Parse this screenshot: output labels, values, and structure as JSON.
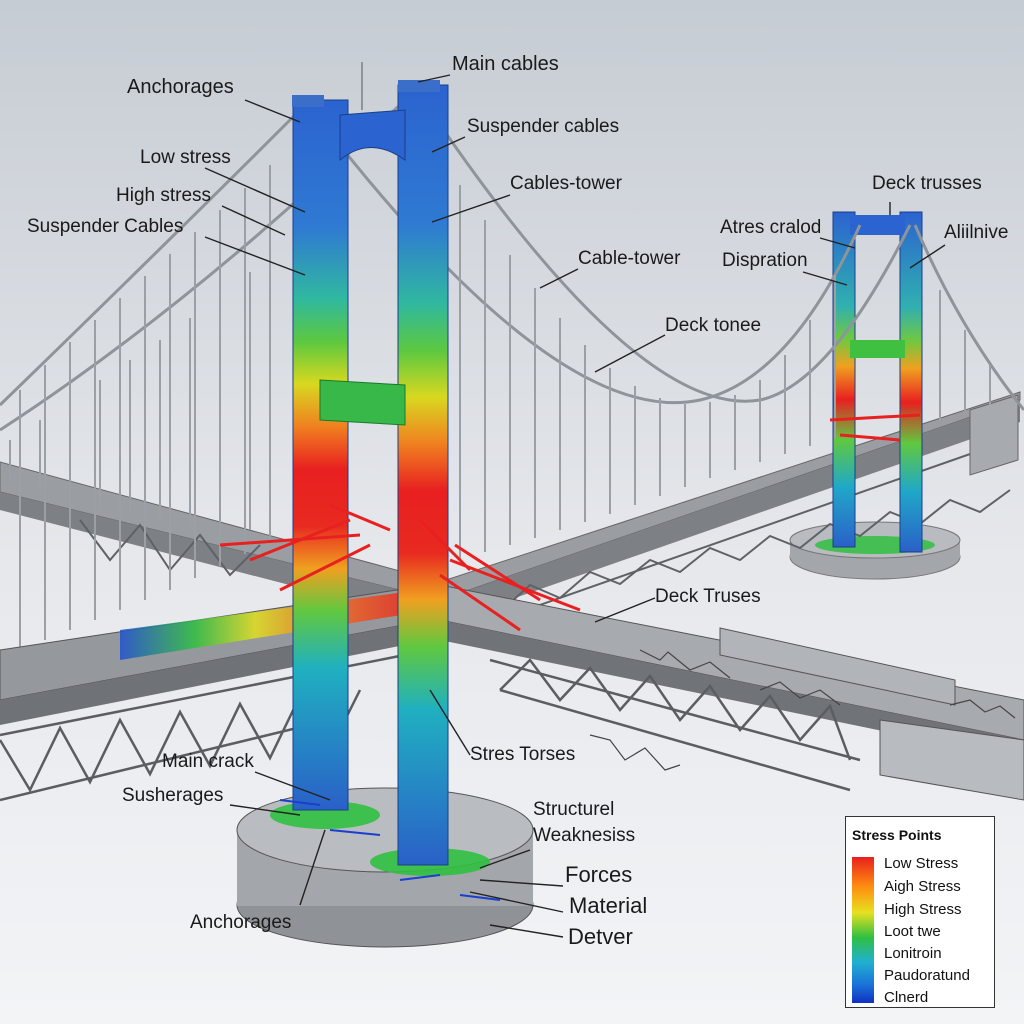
{
  "labels": {
    "anchorages_top": "Anchorages",
    "main_cables": "Main cables",
    "low_stress": "Low stress",
    "suspender_cables_top": "Suspender cables",
    "high_stress": "High stress",
    "cables_tower": "Cables-tower",
    "suspender_cables_left": "Suspender Cables",
    "deck_trusses_top": "Deck trusses",
    "atres_cralod": "Atres cralod",
    "alilinive": "Aliilnive",
    "cable_tower": "Cable-tower",
    "dispration": "Dispration",
    "deck_tone": "Deck tonee",
    "deck_truses": "Deck Truses",
    "main_crack": "Main crack",
    "stres_torses": "Stres Torses",
    "susherages": "Susherages",
    "structurel": "Structurel",
    "weaknesiss": "Weaknesiss",
    "forces": "Forces",
    "material": "Material",
    "anchorages_bottom": "Anchorages",
    "detver": "Detver"
  },
  "legend": {
    "title": "Stress Points",
    "items": [
      "Low Stress",
      "Aigh Stress",
      "High Stress",
      "Loot twe",
      "Lonitroin",
      "Paudoratund",
      "Clnerd"
    ],
    "colors": [
      "#e8201c",
      "#ff8c10",
      "#e8e020",
      "#30c040",
      "#20b0d0",
      "#1a70d8",
      "#1030c0"
    ]
  },
  "colors": {
    "background_top": "#c9ced5",
    "background_bottom": "#f2f3f5",
    "tower_blue": "#2f6fd0",
    "stress_red": "#e8201c",
    "stress_green": "#30c040",
    "deck_gray": "#8a8d91",
    "cable_gray": "#9aa0a6"
  }
}
